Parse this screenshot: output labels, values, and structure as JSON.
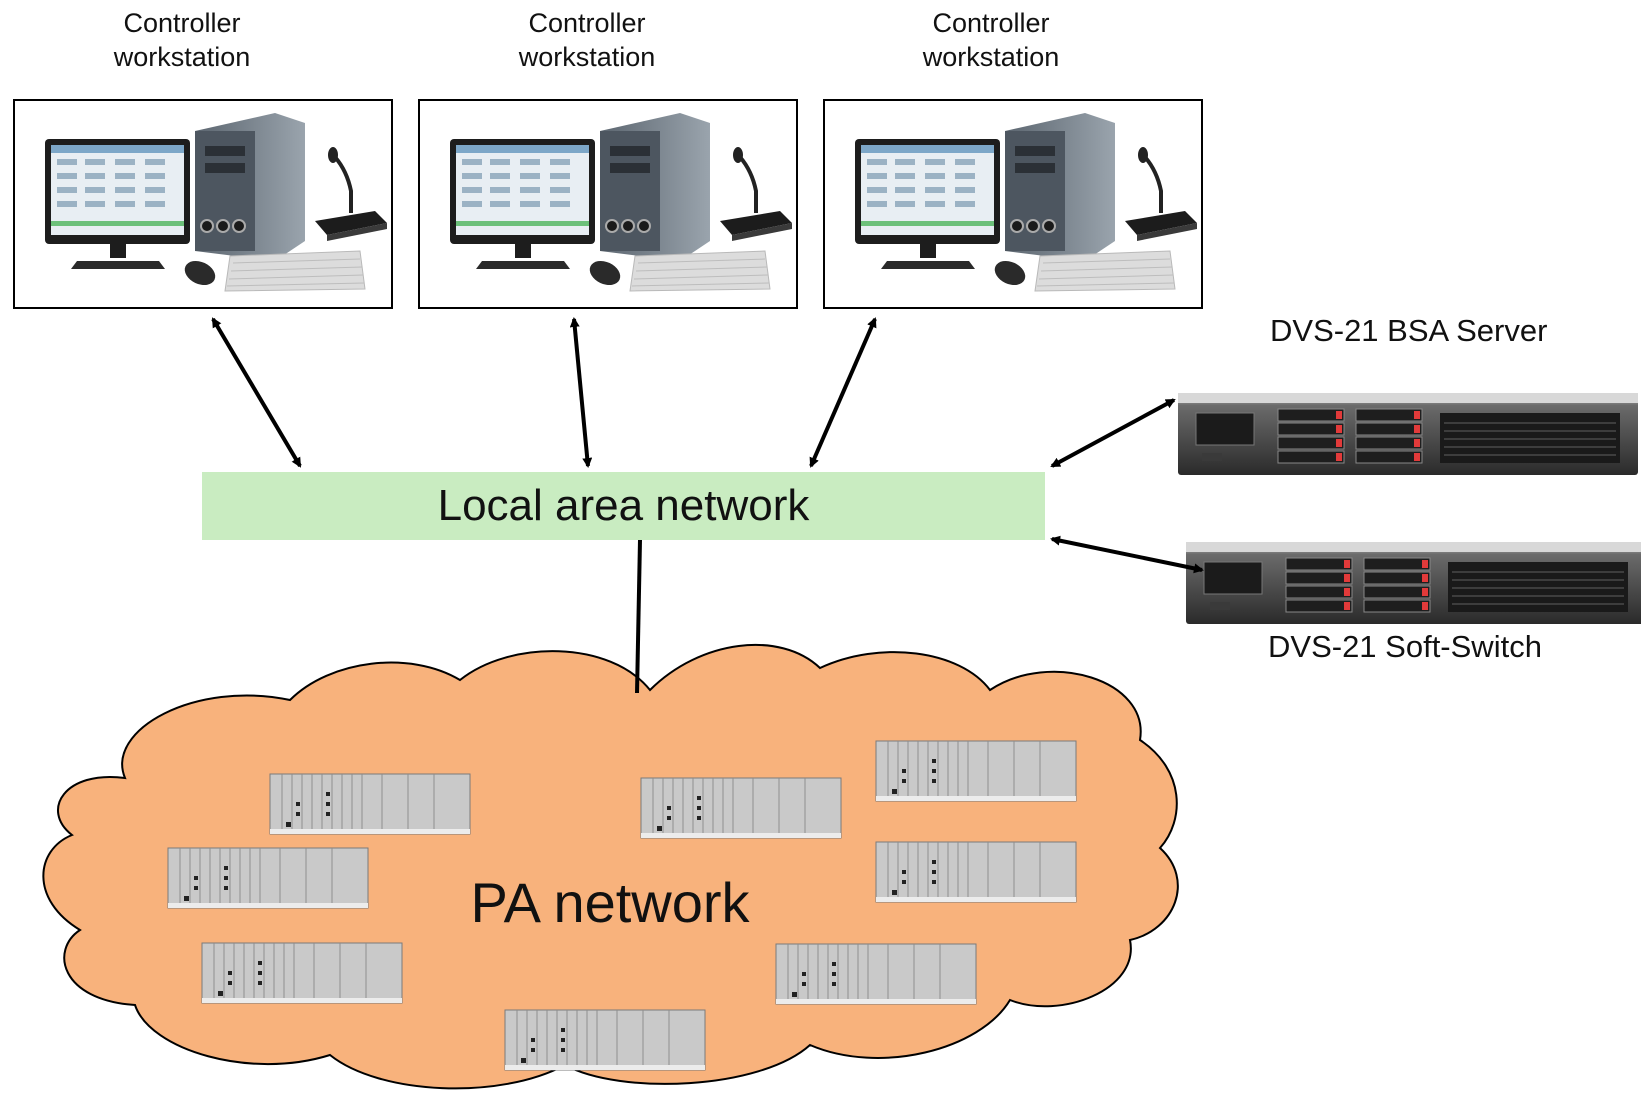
{
  "workstations": [
    {
      "label_line1": "Controller",
      "label_line2": "workstation"
    },
    {
      "label_line1": "Controller",
      "label_line2": "workstation"
    },
    {
      "label_line1": "Controller",
      "label_line2": "workstation"
    }
  ],
  "lan": {
    "label": "Local area network",
    "color": "#c9ecc1"
  },
  "servers": {
    "bsa": {
      "label": "DVS-21 BSA Server"
    },
    "softswitch": {
      "label": "DVS-21 Soft-Switch"
    }
  },
  "pa_network": {
    "label": "PA network",
    "color": "#f8b27c"
  }
}
